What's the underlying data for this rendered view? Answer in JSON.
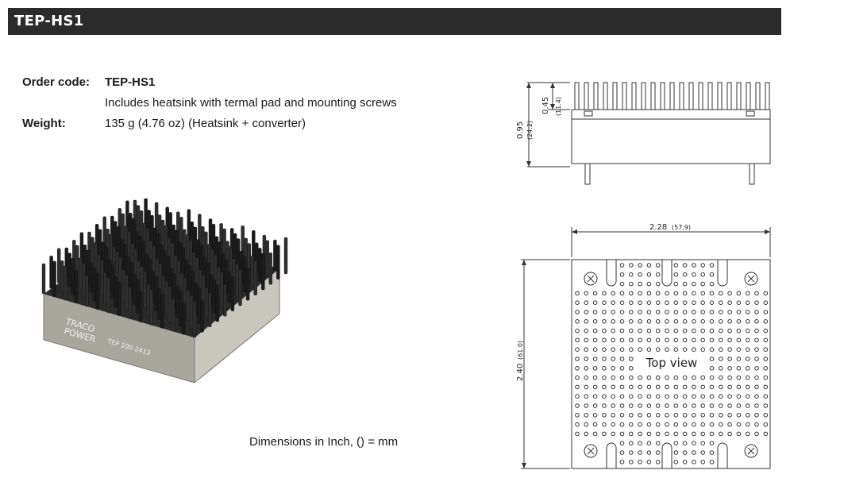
{
  "title": "TEP-HS1",
  "specs": {
    "order_code_label": "Order code:",
    "order_code_value": "TEP-HS1",
    "order_code_note": "Includes heatsink with termal pad and mounting screws",
    "weight_label": "Weight:",
    "weight_value": "135 g (4.76 oz) (Heatsink + converter)"
  },
  "photo": {
    "brand_line1": "TRACO",
    "brand_line2": "POWER",
    "model_text": "TEP 100-2413"
  },
  "side_view": {
    "dim_total_in": "0.95",
    "dim_total_mm": "(24.2)",
    "dim_fin_in": "0.45",
    "dim_fin_mm": "(11.4)"
  },
  "top_view": {
    "width_in": "2.28",
    "width_mm": "(57.9)",
    "height_in": "2.40",
    "height_mm": "(61.0)",
    "label": "Top view"
  },
  "note": "Dimensions in Inch, () = mm",
  "colors": {
    "title_bar": "#2b2b2b",
    "drawing_line": "#333333",
    "heatsink_fin": "#1c1c1c",
    "converter_case": "#b9b6ae"
  }
}
